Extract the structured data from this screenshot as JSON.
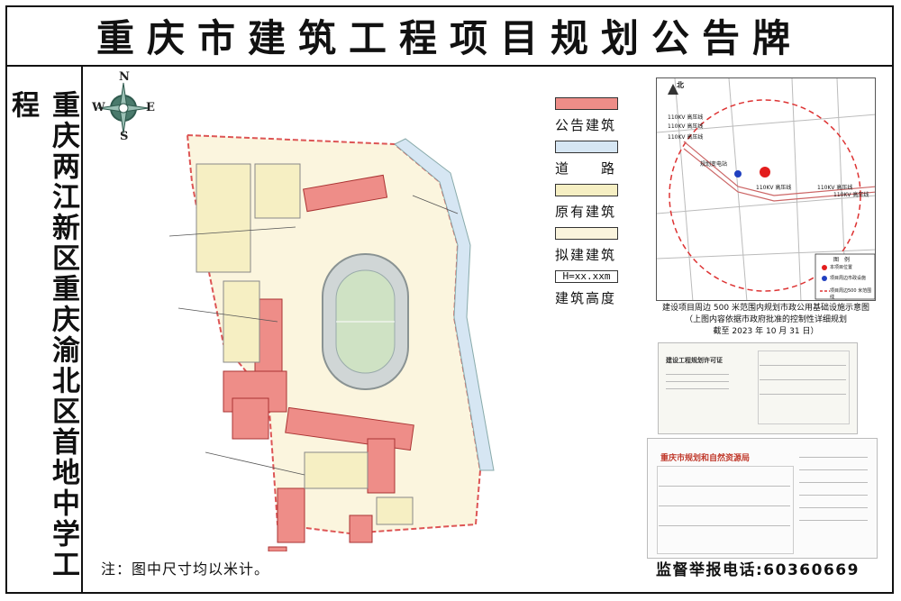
{
  "title": "重庆市建筑工程项目规划公告牌",
  "project_name": "重庆两江新区重庆渝北区首地中学工程",
  "compass": {
    "n": "N",
    "s": "S",
    "w": "W",
    "e": "E"
  },
  "legend": [
    {
      "label": "公告建筑",
      "color": "#ee8d88"
    },
    {
      "label": "道　　路",
      "color": "#d6e6f3"
    },
    {
      "label": "原有建筑",
      "color": "#f6efc3"
    },
    {
      "label": "拟建建筑",
      "color": "#faf4dd"
    },
    {
      "label": "建筑高度",
      "code": "H=xx.xxm"
    }
  ],
  "infra_map": {
    "north": "北",
    "lines": [
      "110KV 高压线",
      "110KV 高压线",
      "110KV 高压线",
      "110KV 高压线",
      "110KV 高压线",
      "110KV 高压线"
    ],
    "substation": "规划变电站",
    "legend_title": "图　例",
    "legend_items": [
      "本项目位置",
      "项目周边市政设施",
      "项目周边500 米范围线"
    ],
    "caption": [
      "建设项目周边 500 米范围内规划市政公用基础设施示意图",
      "（上图内容依据市政府批准的控制性详细规划",
      "截至 2023 年 10 月 31 日）"
    ]
  },
  "doc1": {
    "title": "建设工程规划许可证"
  },
  "doc2": {
    "title": "重庆市规划和自然资源局"
  },
  "note": "注：图中尺寸均以米计。",
  "hotline": "监督举报电话:60360669"
}
